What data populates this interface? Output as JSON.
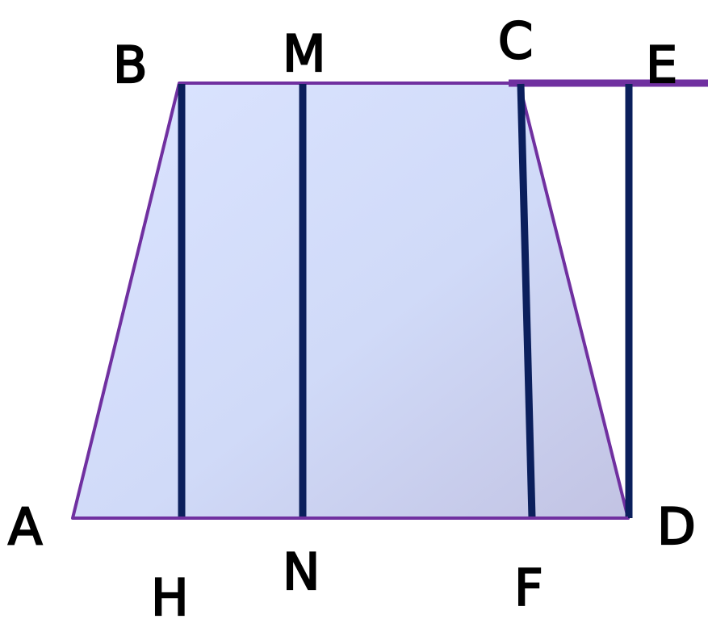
{
  "diagram": {
    "labels": {
      "A": "A",
      "B": "B",
      "C": "C",
      "D": "D",
      "E": "E",
      "F": "F",
      "H": "H",
      "M": "M",
      "N": "N"
    },
    "colors": {
      "trapezoid_outline": "#7030a0",
      "fill_light": "#d6e0ff",
      "fill_dark": "#c4c4e4",
      "segment": "#0b1f5c",
      "label": "#000000"
    }
  }
}
